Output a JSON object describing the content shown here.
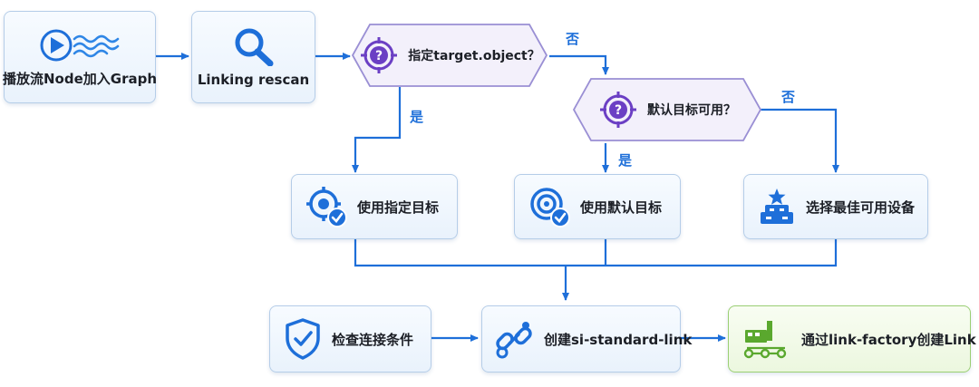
{
  "nodes": {
    "stream_add": "播放流Node加入Graph",
    "linking_rescan": "Linking rescan",
    "decision_target": "指定target.object？",
    "decision_default": "默认目标可用？",
    "use_specified": "使用指定目标",
    "use_default": "使用默认目标",
    "select_best": "选择最佳可用设备",
    "check_conditions": "检查连接条件",
    "create_link": "创建si-standard-link",
    "factory_link": "通过link-factory创建Link"
  },
  "edge_labels": {
    "target_no": "否",
    "target_yes": "是",
    "default_no": "否",
    "default_yes": "是"
  },
  "colors": {
    "accent": "#1e6fd9",
    "node_border": "#b5cde8",
    "decision_fill": "#f3f0fb",
    "decision_border": "#9a8fd4",
    "question_icon": "#6b3fc4",
    "success_border": "#9bcf73",
    "success_icon": "#5aa82e"
  }
}
